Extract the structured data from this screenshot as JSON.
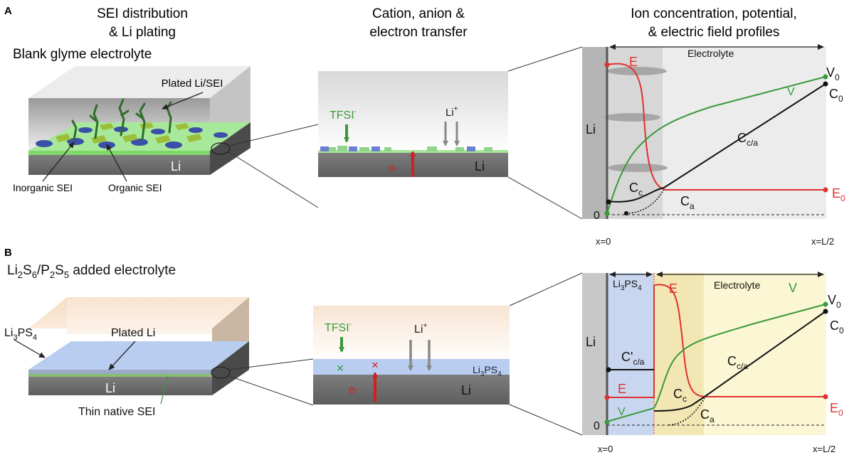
{
  "panel_a": {
    "label": "A",
    "header_sei_line1": "SEI distribution",
    "header_sei_line2": "& Li plating",
    "header_transfer_line1": "Cation, anion &",
    "header_transfer_line2": "electron transfer",
    "header_profiles_line1": "Ion concentration, potential,",
    "header_profiles_line2": "& electric field profiles",
    "electrolyte_title": "Blank glyme electrolyte",
    "label_plated": "Plated Li/SEI",
    "label_li": "Li",
    "label_inorganic": "Inorganic SEI",
    "label_organic": "Organic SEI",
    "zoom_tfsi": "TFSI",
    "zoom_tfsi_sup": "-",
    "zoom_li_plus": "Li",
    "zoom_li_plus_sup": "+",
    "zoom_e": "e-",
    "zoom_li": "Li",
    "plot": {
      "li_label": "Li",
      "electrolyte_label": "Electrolyte",
      "E_label": "E",
      "V_label": "V",
      "V0_main": "V",
      "V0_sub": "0",
      "C0_main": "C",
      "C0_sub": "0",
      "E0_main": "E",
      "E0_sub": "0",
      "Cca_main": "C",
      "Cca_sub": "c/a",
      "Cc_main": "C",
      "Cc_sub": "c",
      "Ca_main": "C",
      "Ca_sub": "a",
      "zero": "0",
      "x0": "x=0",
      "xL2": "x=L/2"
    }
  },
  "panel_b": {
    "label": "B",
    "title_li": "Li",
    "title_2a": "2",
    "title_s": "S",
    "title_6": "6",
    "title_slash_p": "/P",
    "title_2b": "2",
    "title_s2": "S",
    "title_5": "5",
    "title_rest": " added electrolyte",
    "label_li3ps4_main": "Li",
    "label_li3ps4_3": "3",
    "label_li3ps4_ps": "PS",
    "label_li3ps4_4": "4",
    "label_plated": "Plated Li",
    "label_li": "Li",
    "label_native": "Thin native SEI",
    "zoom_tfsi": "TFSI",
    "zoom_tfsi_sup": "-",
    "zoom_li_plus": "Li",
    "zoom_li_plus_sup": "+",
    "zoom_e": "e-",
    "zoom_li": "Li",
    "zoom_layer_main": "Li",
    "zoom_layer_3": "3",
    "zoom_layer_ps": "PS",
    "zoom_layer_4": "4",
    "plot": {
      "li_label": "Li",
      "layer_main": "Li",
      "layer_3": "3",
      "layer_ps": "PS",
      "layer_4": "4",
      "electrolyte_label": "Electrolyte",
      "E_label_top": "E",
      "E_label_left": "E",
      "V_label_top": "V",
      "V_label_left": "V",
      "V0_main": "V",
      "V0_sub": "0",
      "C0_main": "C",
      "C0_sub": "0",
      "E0_main": "E",
      "E0_sub": "0",
      "Cprime_main": "C'",
      "Cprime_sub": "c/a",
      "Cca_main": "C",
      "Cca_sub": "c/a",
      "Cc_main": "C",
      "Cc_sub": "c",
      "Ca_main": "C",
      "Ca_sub": "a",
      "zero": "0",
      "x0": "x=0",
      "xL2": "x=L/2"
    }
  },
  "colors": {
    "E": "#e03030",
    "V": "#3a9a3a",
    "C": "#111111",
    "li_metal": "#7a7a7a",
    "green_layer": "#9ee08a",
    "blue_island": "#3a4fa8",
    "li3ps4": "#b9cdf0",
    "electrolyte_b": "#fbf7d4",
    "electrolyte_a": "#f0f0f0"
  }
}
